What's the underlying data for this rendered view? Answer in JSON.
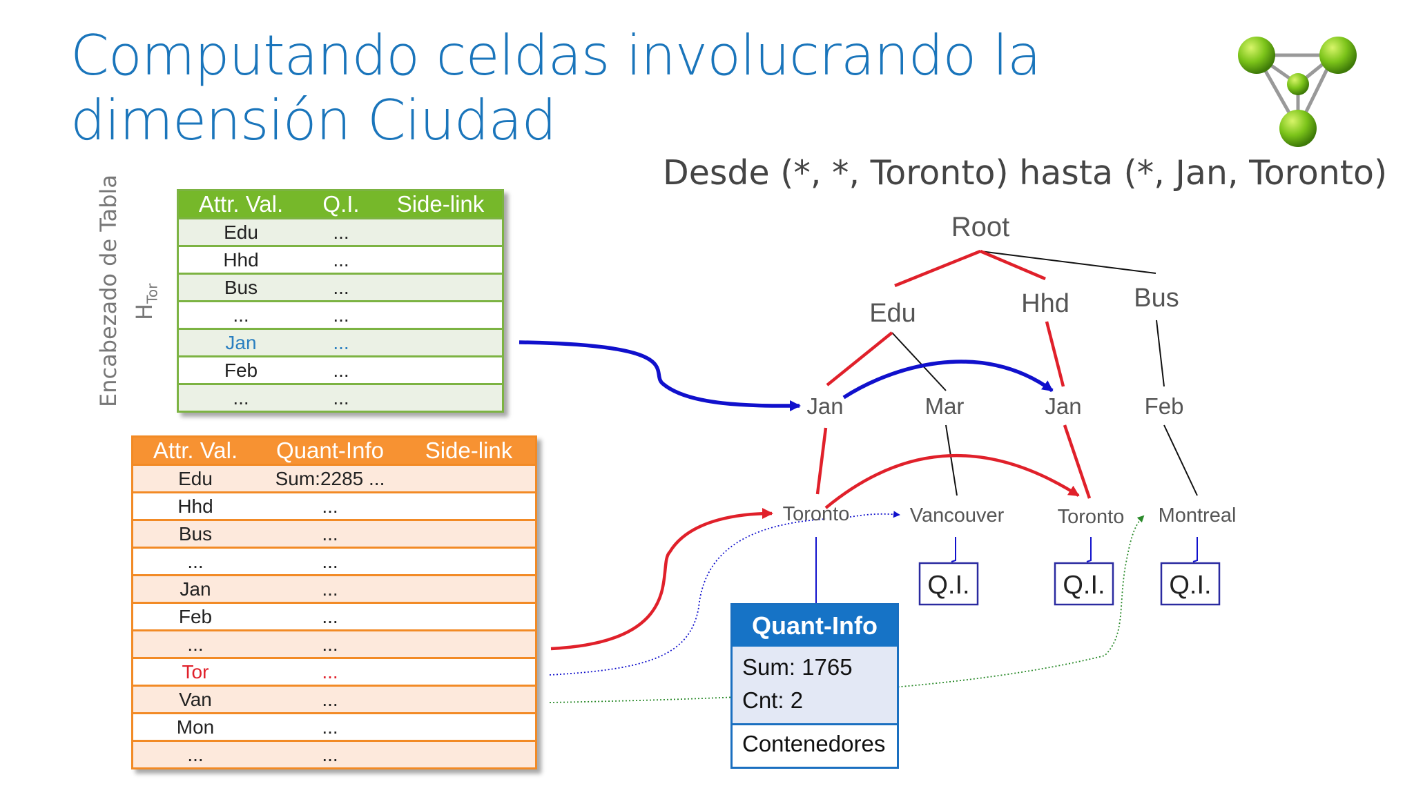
{
  "title": "Computando celdas involucrando la dimensión Ciudad",
  "subtitle": "Desde (*, *, Toronto) hasta (*, Jan, Toronto)",
  "side_label": "Encabezado de Tabla",
  "side_sublabel_main": "H",
  "side_sublabel_sub": "Tor",
  "header_table": {
    "headers": [
      "Attr. Val.",
      "Q.I.",
      "Side-link"
    ],
    "rows": [
      {
        "attr": "Edu",
        "qi": "...",
        "link": ""
      },
      {
        "attr": "Hhd",
        "qi": "...",
        "link": ""
      },
      {
        "attr": "Bus",
        "qi": "...",
        "link": ""
      },
      {
        "attr": "...",
        "qi": "...",
        "link": ""
      },
      {
        "attr": "Jan",
        "qi": "...",
        "link": ""
      },
      {
        "attr": "Feb",
        "qi": "...",
        "link": ""
      },
      {
        "attr": "...",
        "qi": "...",
        "link": ""
      }
    ]
  },
  "quant_table": {
    "headers": [
      "Attr. Val.",
      "Quant-Info",
      "Side-link"
    ],
    "rows": [
      {
        "attr": "Edu",
        "qi": "Sum:2285 ...",
        "link": ""
      },
      {
        "attr": "Hhd",
        "qi": "...",
        "link": ""
      },
      {
        "attr": "Bus",
        "qi": "...",
        "link": ""
      },
      {
        "attr": "...",
        "qi": "...",
        "link": ""
      },
      {
        "attr": "Jan",
        "qi": "...",
        "link": ""
      },
      {
        "attr": "Feb",
        "qi": "...",
        "link": ""
      },
      {
        "attr": "...",
        "qi": "...",
        "link": ""
      },
      {
        "attr": "Tor",
        "qi": "...",
        "link": ""
      },
      {
        "attr": "Van",
        "qi": "...",
        "link": ""
      },
      {
        "attr": "Mon",
        "qi": "...",
        "link": ""
      },
      {
        "attr": "...",
        "qi": "...",
        "link": ""
      }
    ]
  },
  "tree": {
    "root": "Root",
    "edu": "Edu",
    "hhd": "Hhd",
    "bus": "Bus",
    "jan1": "Jan",
    "mar": "Mar",
    "jan2": "Jan",
    "feb": "Feb",
    "toronto1": "Toronto",
    "vancouver": "Vancouver",
    "toronto2": "Toronto",
    "montreal": "Montreal",
    "qi": "Q.I."
  },
  "quant_info_box": {
    "title": "Quant-Info",
    "sum": "Sum: 1765",
    "cnt": "Cnt: 2",
    "containers": "Contenedores"
  },
  "colors": {
    "highlight_path": "#e0202a",
    "link_arrow": "#1010cc",
    "side_link_green": "#2a8a2a",
    "title_blue": "#1a75bb"
  }
}
